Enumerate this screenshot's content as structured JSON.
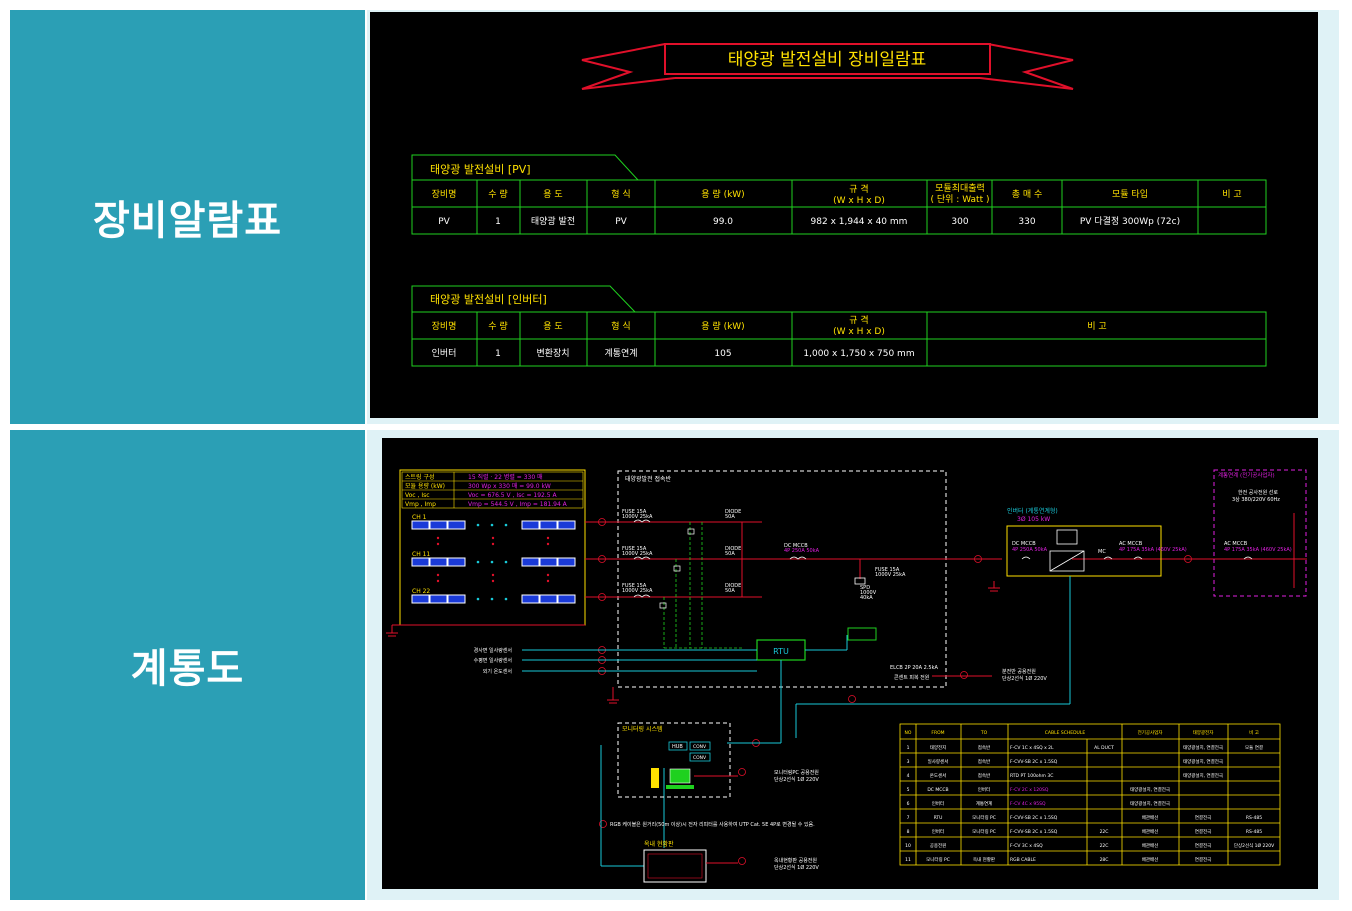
{
  "labels": {
    "equipment_list": "장비알람표",
    "system_diagram": "계통도"
  },
  "equipment": {
    "title": "태양광 발전설비 장비일람표",
    "pv": {
      "caption": "태양광 발전설비 [PV]",
      "headers": [
        "장비명",
        "수 량",
        "용 도",
        "형 식",
        "용 량 (kW)",
        "규 격",
        "(W x H x D)",
        "모듈최대출력",
        "( 단위 : Watt )",
        "총 매 수",
        "모듈 타입",
        "비 고"
      ],
      "row": [
        "PV",
        "1",
        "태양광 발전",
        "PV",
        "99.0",
        "982 x 1,944 x 40 mm",
        "300",
        "330",
        "PV 다결정 300Wp (72c)",
        ""
      ]
    },
    "inverter": {
      "caption": "태양광 발전설비 [인버터]",
      "headers": [
        "장비명",
        "수 량",
        "용 도",
        "형 식",
        "용 량 (kW)",
        "규 격",
        "(W x H x D)",
        "비 고"
      ],
      "row": [
        "인버터",
        "1",
        "변환장치",
        "계통연계",
        "105",
        "1,000 x 1,750 x 750 mm",
        ""
      ]
    }
  },
  "diagram": {
    "pv_table": [
      [
        "스트링 구성",
        "15 직렬 · 22 병렬 = 330 매"
      ],
      [
        "모듈 용량 (kW)",
        "300 Wp x 330 매 = 99.0 kW"
      ],
      [
        "Voc , Isc",
        "Voc = 676.5 V , Isc = 192.5 A"
      ],
      [
        "Vmp , Imp",
        "Vmp = 544.5 V , Imp = 181.94 A"
      ]
    ],
    "channels": [
      "CH 1",
      "CH 11",
      "CH 22"
    ],
    "junction_box": "태양광발전 접속반",
    "fuses": [
      "FUSE 15A",
      "1000V 25kA"
    ],
    "diode": [
      "DIODE",
      "50A"
    ],
    "dc_mccb": [
      "DC MCCB",
      "4P 250A 50kA"
    ],
    "spd_fuse": [
      "FUSE 15A",
      "1000V 25kA"
    ],
    "spd": [
      "SPD",
      "1000V",
      "40kA"
    ],
    "inverter_box": [
      "인버터 (계통연계형)",
      "3Ø 105 kW"
    ],
    "inv_dc": [
      "DC MCCB",
      "4P 250A 50kA"
    ],
    "inv_mc": "MC",
    "inv_ac": [
      "AC MCCB",
      "4P 175A 35kA (460V 25kA)"
    ],
    "grid_box": "계통연계 (전기공사업자)",
    "grid_line": [
      "한전 공사전원 선로",
      "3상 380/220V 60Hz"
    ],
    "grid_ac": [
      "AC MCCB",
      "4P 175A 35kA (460V 25kA)"
    ],
    "rtu": "RTU",
    "sensors": [
      "경사면 일사량센서",
      "수평면 일사량센서",
      "외기 온도센서"
    ],
    "elcb": [
      "ELCB 2P 20A 2.5kA",
      "콘센트 피복 전원"
    ],
    "power_note": [
      "분전반 공용전원",
      "단상2선식 1Ø 220V"
    ],
    "monitor_box": "모니터링 시스템",
    "hub": "HUB",
    "conv": [
      "CONV",
      "CONV"
    ],
    "monitor_power": [
      "모니터링PC 공용전원",
      "단상2선식 1Ø 220V"
    ],
    "note": "RGB 케이블은 원거리(50m 이상)시 전자 리피터를 사용하여 UTP Cat. 5E 4P로 변경될 수 있음.",
    "display_box": "옥내 현황판",
    "display_power": [
      "옥내현황판 공용전원",
      "단상2선식 1Ø 220V"
    ],
    "cable_headers": [
      "NO",
      "FROM",
      "TO",
      "CABLE SCHEDULE",
      "",
      "전기공사업자",
      "태양광전자",
      "비 고"
    ],
    "cable_rows": [
      [
        "1",
        "태양전지",
        "접속반",
        "F-CV 1C x 4SQ x 2L",
        "AL DUCT",
        "",
        "태양광설치, 연결전극",
        "모듈 연결"
      ],
      [
        "3",
        "일사량센서",
        "접속반",
        "F-CVV-SB 2C x 1.5SQ",
        "",
        "",
        "태양광설치, 연결전극",
        ""
      ],
      [
        "4",
        "온도센서",
        "접속반",
        "RTD PT 100ohm 3C",
        "",
        "",
        "태양광설치, 연결전극",
        ""
      ],
      [
        "5",
        "DC MCCB",
        "인버터",
        "F-CV 2C x 120SQ",
        "",
        "태양광설치, 연결전극",
        "",
        ""
      ],
      [
        "6",
        "인버터",
        "계통연계",
        "F-CV 4C x 95SQ",
        "",
        "태양광설치, 연결전극",
        "",
        ""
      ],
      [
        "7",
        "RTU",
        "모니터링 PC",
        "F-CVV-SB 2C x 1.5SQ",
        "",
        "배관배선",
        "연결전극",
        "RS-485"
      ],
      [
        "8",
        "인버터",
        "모니터링 PC",
        "F-CVV-SB 2C x 1.5SQ",
        "22C",
        "배관배선",
        "연결전극",
        "RS-485"
      ],
      [
        "10",
        "공용전원",
        "",
        "F-CV 3C x 4SQ",
        "22C",
        "배관배선",
        "연결전극",
        "단상2선식 1Ø 220V"
      ],
      [
        "11",
        "모니터링 PC",
        "옥내 현황판",
        "RGB CABLE",
        "28C",
        "배관배선",
        "연결전극",
        ""
      ]
    ]
  }
}
